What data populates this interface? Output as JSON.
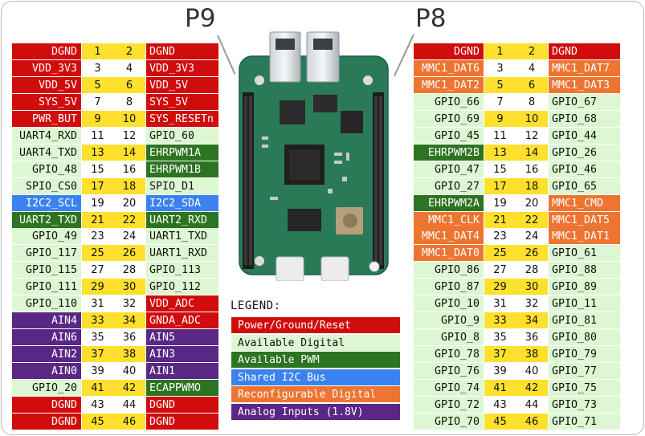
{
  "headers": {
    "left": "P9",
    "right": "P8"
  },
  "legend": {
    "title": "LEGEND:",
    "items": [
      {
        "label": "Power/Ground/Reset",
        "color": "#d10c0c",
        "text_color": "#ffffff"
      },
      {
        "label": "Available Digital",
        "color": "#ddf7d2",
        "text_color": "#111111"
      },
      {
        "label": "Available PWM",
        "color": "#2c7421",
        "text_color": "#ffffff"
      },
      {
        "label": "Shared I2C Bus",
        "color": "#3b82f1",
        "text_color": "#ffffff"
      },
      {
        "label": "Reconfigurable Digital",
        "color": "#ee7431",
        "text_color": "#ffffff"
      },
      {
        "label": "Analog Inputs (1.8V)",
        "color": "#5a2784",
        "text_color": "#ffffff"
      }
    ]
  },
  "pin_colors": {
    "yellow": "#ffe02c",
    "white": "#ffffff"
  },
  "p9": [
    {
      "left": "DGND",
      "lc": "red",
      "a": "1",
      "b": "2",
      "right": "DGND",
      "rc": "red"
    },
    {
      "left": "VDD_3V3",
      "lc": "red",
      "a": "3",
      "b": "4",
      "right": "VDD_3V3",
      "rc": "red"
    },
    {
      "left": "VDD_5V",
      "lc": "red",
      "a": "5",
      "b": "6",
      "right": "VDD_5V",
      "rc": "red"
    },
    {
      "left": "SYS_5V",
      "lc": "red",
      "a": "7",
      "b": "8",
      "right": "SYS_5V",
      "rc": "red"
    },
    {
      "left": "PWR_BUT",
      "lc": "red",
      "a": "9",
      "b": "10",
      "right": "SYS_RESETn",
      "rc": "red"
    },
    {
      "left": "UART4_RXD",
      "lc": "light",
      "a": "11",
      "b": "12",
      "right": "GPIO_60",
      "rc": "light"
    },
    {
      "left": "UART4_TXD",
      "lc": "light",
      "a": "13",
      "b": "14",
      "right": "EHRPWM1A",
      "rc": "green"
    },
    {
      "left": "GPIO_48",
      "lc": "light",
      "a": "15",
      "b": "16",
      "right": "EHRPWM1B",
      "rc": "green"
    },
    {
      "left": "SPIO_CS0",
      "lc": "light",
      "a": "17",
      "b": "18",
      "right": "SPIO_D1",
      "rc": "light"
    },
    {
      "left": "I2C2_SCL",
      "lc": "blue",
      "a": "19",
      "b": "20",
      "right": "I2C2_SDA",
      "rc": "blue"
    },
    {
      "left": "UART2_TXD",
      "lc": "green",
      "a": "21",
      "b": "22",
      "right": "UART2_RXD",
      "rc": "green"
    },
    {
      "left": "GPIO_49",
      "lc": "light",
      "a": "23",
      "b": "24",
      "right": "UART1_TXD",
      "rc": "light"
    },
    {
      "left": "GPIO_117",
      "lc": "light",
      "a": "25",
      "b": "26",
      "right": "UART1_RXD",
      "rc": "light"
    },
    {
      "left": "GPIO_115",
      "lc": "light",
      "a": "27",
      "b": "28",
      "right": "GPIO_113",
      "rc": "light"
    },
    {
      "left": "GPIO_111",
      "lc": "light",
      "a": "29",
      "b": "30",
      "right": "GPIO_112",
      "rc": "light"
    },
    {
      "left": "GPIO_110",
      "lc": "light",
      "a": "31",
      "b": "32",
      "right": "VDD_ADC",
      "rc": "red"
    },
    {
      "left": "AIN4",
      "lc": "purple",
      "a": "33",
      "b": "34",
      "right": "GNDA_ADC",
      "rc": "red"
    },
    {
      "left": "AIN6",
      "lc": "purple",
      "a": "35",
      "b": "36",
      "right": "AIN5",
      "rc": "purple"
    },
    {
      "left": "AIN2",
      "lc": "purple",
      "a": "37",
      "b": "38",
      "right": "AIN3",
      "rc": "purple"
    },
    {
      "left": "AIN0",
      "lc": "purple",
      "a": "39",
      "b": "40",
      "right": "AIN1",
      "rc": "purple"
    },
    {
      "left": "GPIO_20",
      "lc": "light",
      "a": "41",
      "b": "42",
      "right": "ECAPPWMO",
      "rc": "green"
    },
    {
      "left": "DGND",
      "lc": "red",
      "a": "43",
      "b": "44",
      "right": "DGND",
      "rc": "red"
    },
    {
      "left": "DGND",
      "lc": "red",
      "a": "45",
      "b": "46",
      "right": "DGND",
      "rc": "red"
    }
  ],
  "p8": [
    {
      "left": "DGND",
      "lc": "red",
      "a": "1",
      "b": "2",
      "right": "DGND",
      "rc": "red"
    },
    {
      "left": "MMC1_DAT6",
      "lc": "orange",
      "a": "3",
      "b": "4",
      "right": "MMC1_DAT7",
      "rc": "orange"
    },
    {
      "left": "MMC1_DAT2",
      "lc": "orange",
      "a": "5",
      "b": "6",
      "right": "MMC1_DAT3",
      "rc": "orange"
    },
    {
      "left": "GPIO_66",
      "lc": "light",
      "a": "7",
      "b": "8",
      "right": "GPIO_67",
      "rc": "light"
    },
    {
      "left": "GPIO_69",
      "lc": "light",
      "a": "9",
      "b": "10",
      "right": "GPIO_68",
      "rc": "light"
    },
    {
      "left": "GPIO_45",
      "lc": "light",
      "a": "11",
      "b": "12",
      "right": "GPIO_44",
      "rc": "light"
    },
    {
      "left": "EHRPWM2B",
      "lc": "green",
      "a": "13",
      "b": "14",
      "right": "GPIO_26",
      "rc": "light"
    },
    {
      "left": "GPIO_47",
      "lc": "light",
      "a": "15",
      "b": "16",
      "right": "GPIO_46",
      "rc": "light"
    },
    {
      "left": "GPIO_27",
      "lc": "light",
      "a": "17",
      "b": "18",
      "right": "GPIO_65",
      "rc": "light"
    },
    {
      "left": "EHRPWM2A",
      "lc": "green",
      "a": "19",
      "b": "20",
      "right": "MMC1_CMD",
      "rc": "orange"
    },
    {
      "left": "MMC1_CLK",
      "lc": "orange",
      "a": "21",
      "b": "22",
      "right": "MMC1_DAT5",
      "rc": "orange"
    },
    {
      "left": "MMC1_DAT4",
      "lc": "orange",
      "a": "23",
      "b": "24",
      "right": "MMC1_DAT1",
      "rc": "orange"
    },
    {
      "left": "MMC1_DAT0",
      "lc": "orange",
      "a": "25",
      "b": "26",
      "right": "GPIO_61",
      "rc": "light"
    },
    {
      "left": "GPIO_86",
      "lc": "light",
      "a": "27",
      "b": "28",
      "right": "GPIO_88",
      "rc": "light"
    },
    {
      "left": "GPIO_87",
      "lc": "light",
      "a": "29",
      "b": "30",
      "right": "GPIO_89",
      "rc": "light"
    },
    {
      "left": "GPIO_10",
      "lc": "light",
      "a": "31",
      "b": "32",
      "right": "GPIO_11",
      "rc": "light"
    },
    {
      "left": "GPIO_9",
      "lc": "light",
      "a": "33",
      "b": "34",
      "right": "GPIO_81",
      "rc": "light"
    },
    {
      "left": "GPIO_8",
      "lc": "light",
      "a": "35",
      "b": "36",
      "right": "GPIO_80",
      "rc": "light"
    },
    {
      "left": "GPIO_78",
      "lc": "light",
      "a": "37",
      "b": "38",
      "right": "GPIO_79",
      "rc": "light"
    },
    {
      "left": "GPIO_76",
      "lc": "light",
      "a": "39",
      "b": "40",
      "right": "GPIO_77",
      "rc": "light"
    },
    {
      "left": "GPIO_74",
      "lc": "light",
      "a": "41",
      "b": "42",
      "right": "GPIO_75",
      "rc": "light"
    },
    {
      "left": "GPIO_72",
      "lc": "light",
      "a": "43",
      "b": "44",
      "right": "GPIO_73",
      "rc": "light"
    },
    {
      "left": "GPIO_70",
      "lc": "light",
      "a": "45",
      "b": "46",
      "right": "GPIO_71",
      "rc": "light"
    }
  ],
  "colors": {
    "red": {
      "bg": "#d10c0c",
      "fg": "#ffffff"
    },
    "light": {
      "bg": "#ddf7d2",
      "fg": "#111111"
    },
    "green": {
      "bg": "#2c7421",
      "fg": "#ffffff"
    },
    "blue": {
      "bg": "#3b82f1",
      "fg": "#ffffff"
    },
    "orange": {
      "bg": "#ee7431",
      "fg": "#ffffff"
    },
    "purple": {
      "bg": "#5a2784",
      "fg": "#ffffff"
    }
  }
}
